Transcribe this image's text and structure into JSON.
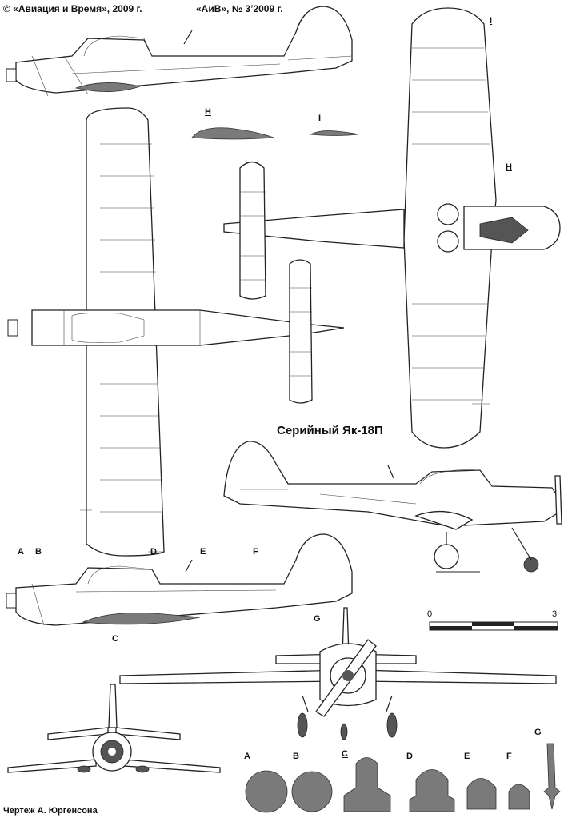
{
  "header": {
    "left": "© «Авиация и Время», 2009 г.",
    "right": "«АиВ», № 3’2009 г."
  },
  "title": "Серийный Як-18П",
  "author": "Чертеж А. Юргенсона",
  "scale": {
    "min": "0",
    "max": "3"
  },
  "profile_labels": {
    "h": "H",
    "i": "I"
  },
  "station_labels": {
    "a": "A",
    "b": "B",
    "c": "C",
    "d": "D",
    "e": "E",
    "f": "F",
    "g": "G",
    "h_right": "H",
    "i_right": "I"
  },
  "section_labels": [
    "A",
    "B",
    "C",
    "D",
    "E",
    "F",
    "G"
  ]
}
